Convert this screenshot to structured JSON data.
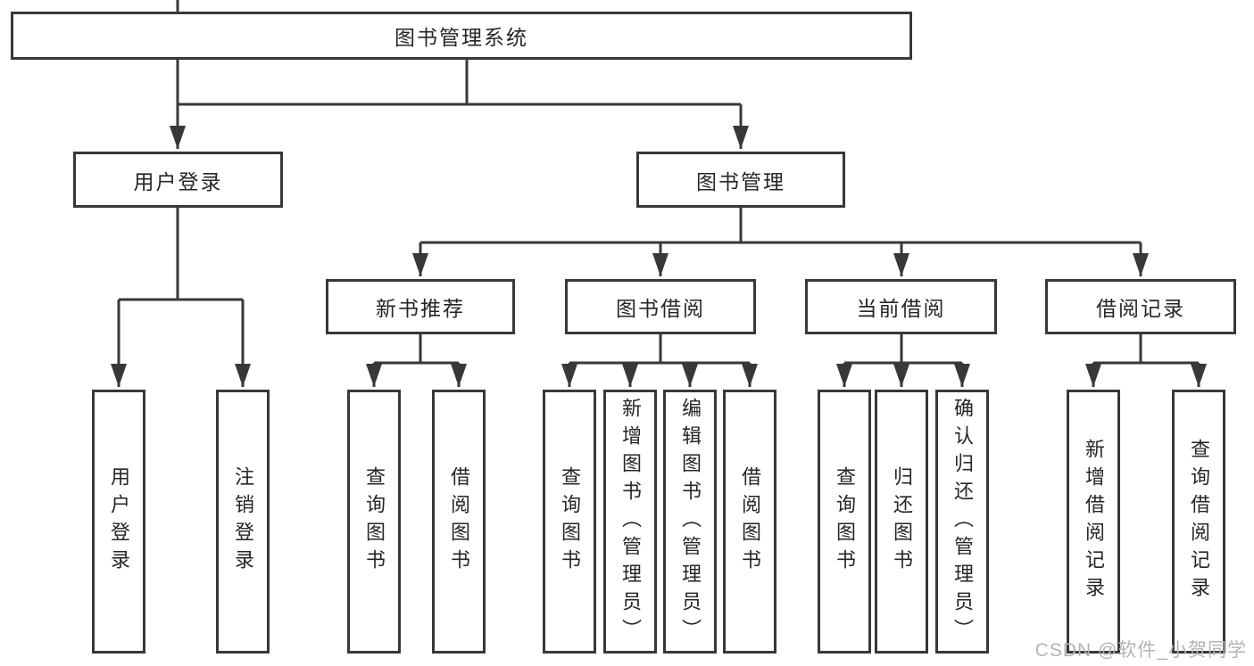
{
  "diagram_title": "图书管理系统",
  "nodes": {
    "root": "图书管理系统",
    "user_login": "用户登录",
    "book_management": "图书管理",
    "new_book_rec": "新书推荐",
    "book_borrow": "图书借阅",
    "current_borrow": "当前借阅",
    "borrow_records": "借阅记录"
  },
  "leaves": {
    "user_login": [
      "用户登录",
      "注销登录"
    ],
    "new_book_rec": [
      "查询图书",
      "借阅图书"
    ],
    "book_borrow": [
      "查询图书",
      "新增图书（管理员）",
      "编辑图书（管理员）",
      "借阅图书"
    ],
    "current_borrow": [
      "查询图书",
      "归还图书",
      "确认归还（管理员）"
    ],
    "borrow_records": [
      "新增借阅记录",
      "查询借阅记录"
    ]
  },
  "watermark": "CSDN @软件_小贺同学",
  "colors": {
    "line": "#383838",
    "box_border": "#383838",
    "text": "#262626",
    "background": "#ffffff",
    "watermark": "#b3b3b3"
  }
}
